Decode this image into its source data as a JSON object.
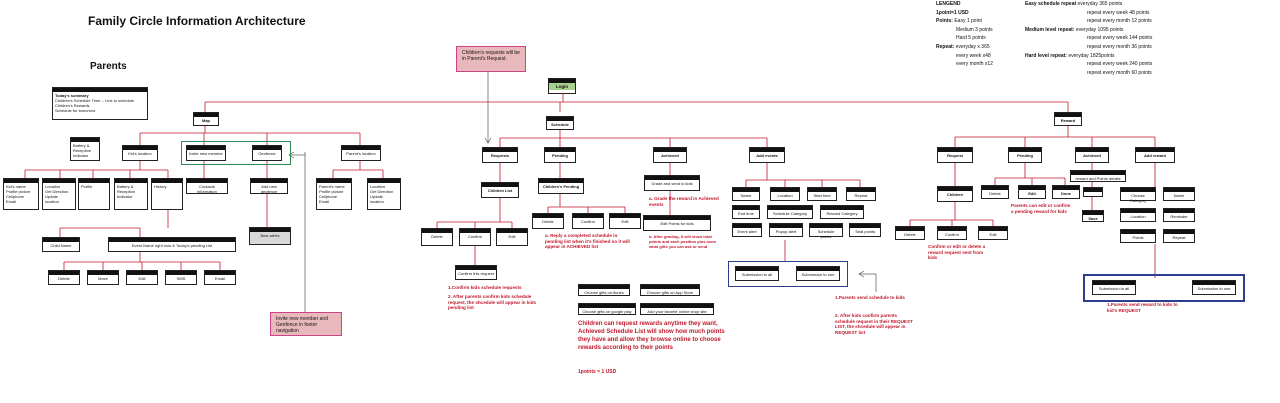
{
  "title": "Family Circle Information Architecture",
  "section": "Parents",
  "legend": {
    "heading": "LENGEND",
    "unit": "1point=1 USD",
    "points_label": "Points:",
    "points": [
      "Easy 1 point",
      "Medium 3 points",
      "Hard 5 points"
    ],
    "repeat_label": "Repeat:",
    "repeat": [
      "everyday x 365",
      "every week x48",
      "every month x12"
    ],
    "easy_label": "Easy schedule repeat",
    "easy": [
      "everyday 365 points",
      "repeat every week 48 points",
      "repeat every month  12 points"
    ],
    "medium_label": "Medium level repeat:",
    "medium": [
      "everyday 1095 points",
      "repeat  every week 144 points",
      "repeat every month  36 points"
    ],
    "hard_label": "Hard level repeat:",
    "hard": [
      "everyday 1825points",
      "repeat every week  240 points",
      "repeat every month  60 points"
    ]
  },
  "notes": {
    "children_requests": "Children's requests will be in Parent's Request.",
    "invite": "Invite new member and Geofence in footer navigation"
  },
  "nodes": {
    "login": "Login",
    "map": "Map",
    "schedule": "Schedule",
    "reward": "Reward",
    "summary": [
      "Today's summary",
      "Children's Schedule Time -- Link to schedule",
      "Children's Rewards",
      "Schedule for tomorrow"
    ],
    "battery": [
      "Battery &",
      "Reception",
      "Indicator"
    ],
    "kids_location": "Kid's location",
    "invite_member": "Invite new member",
    "geofence": "Geofence",
    "parents_location": "Parent's location",
    "kid_name": [
      "Kid's name",
      "Profile picture",
      "Cellphone",
      "Email"
    ],
    "location": [
      "Location",
      "Get Direction",
      "Update",
      "location"
    ],
    "profile": "Profile",
    "battery2": [
      "Battery &",
      "Reception",
      "Indicator"
    ],
    "history": "History",
    "contacts": "Contacts information",
    "add_geofence": "Add new geofence",
    "new_alerts": "New alerts",
    "parent_name": [
      "Parent's name",
      "Profile picture",
      "Cellphone",
      "Email"
    ],
    "parent_location": [
      "Location",
      "Get Direction",
      "Update",
      "location"
    ],
    "child_name": "Child Name",
    "event_list": "Event Name right now & Today's pending List",
    "acts": [
      "Delete",
      "Move",
      "Edit",
      "SMS",
      "Email"
    ],
    "requests": "Requests",
    "pending": "Pending",
    "achieved": "Achieved",
    "add_events": "Add events",
    "children_list": "Children List",
    "req_acts": [
      "Delete",
      "Confirm",
      "Edit"
    ],
    "confirm_request": "Confirm this request",
    "childrens_pending": "Children's Pending",
    "pend_acts": [
      "Delete",
      "Confirm",
      "Edit"
    ],
    "grade": "Grade and send to kids",
    "edit_points": "Edit Points for kids",
    "ev_fields": [
      "Name",
      "Location",
      "Start time",
      "Repeat",
      "End time",
      "Schedule Category",
      "Reward Category",
      "Event alert",
      "Popup alert",
      "Schedule points",
      "Total points"
    ],
    "submission_all": "Submission to all",
    "submission_one": "Submission to one",
    "gifts": [
      "Choose gifts on itunes",
      "Choose gifts on App Store",
      "Choose gifts on google play",
      "Add your favorite online shop site"
    ],
    "r_request": "Request",
    "r_pending": "Pending",
    "r_achieved": "Achieved",
    "r_add": "Add reward",
    "r_children": "Children",
    "r_req_acts": [
      "Delete",
      "Confirm",
      "Edit"
    ],
    "r_pend": [
      "Delete",
      "Edit",
      "Done"
    ],
    "r_details": "reward and Points details",
    "save": "Save",
    "r_fields": [
      "Choose Category",
      "Name",
      "Location",
      "Reminder",
      "Points",
      "Repeat"
    ],
    "r_submission_all": "Submission to all",
    "r_submission_one": "Submission to one"
  },
  "annotations": {
    "confirm_kids": "1.Confirm kids schedule requests",
    "after_confirm": "2. After parents confirm kids schedule request, the shcedule will appear in kids pending list",
    "reply_completed": "a. Reply a completed  schedule in pending list when it's finished so it will appear in ACHIEVED list",
    "grade_reward": "a. Grade the reward in Achieved events",
    "after_grading": "b. After grading, it will show total points and each position plus more what gifts you can ask or send",
    "children_rewards": "Children can request rewards anytime they want, Achieved Schedule List will show how much points they have and allow they browse online to choose rewards according to their points",
    "one_point": "1points = 1 USD",
    "parents_send": "1.Parents send schedule to kids",
    "after_kids": "2. After kids confirm parents schedule request in their REQUEST LIST, the shcedule will appear in REQUEST list",
    "parents_edit": "Parents can edit or confirm a pending reward for kids",
    "confirm_edit_delete": "Confirm or edit or delete a reward request sent from kids",
    "send_reward": "1.Parents send reward to kids to kid's REQUEST"
  }
}
